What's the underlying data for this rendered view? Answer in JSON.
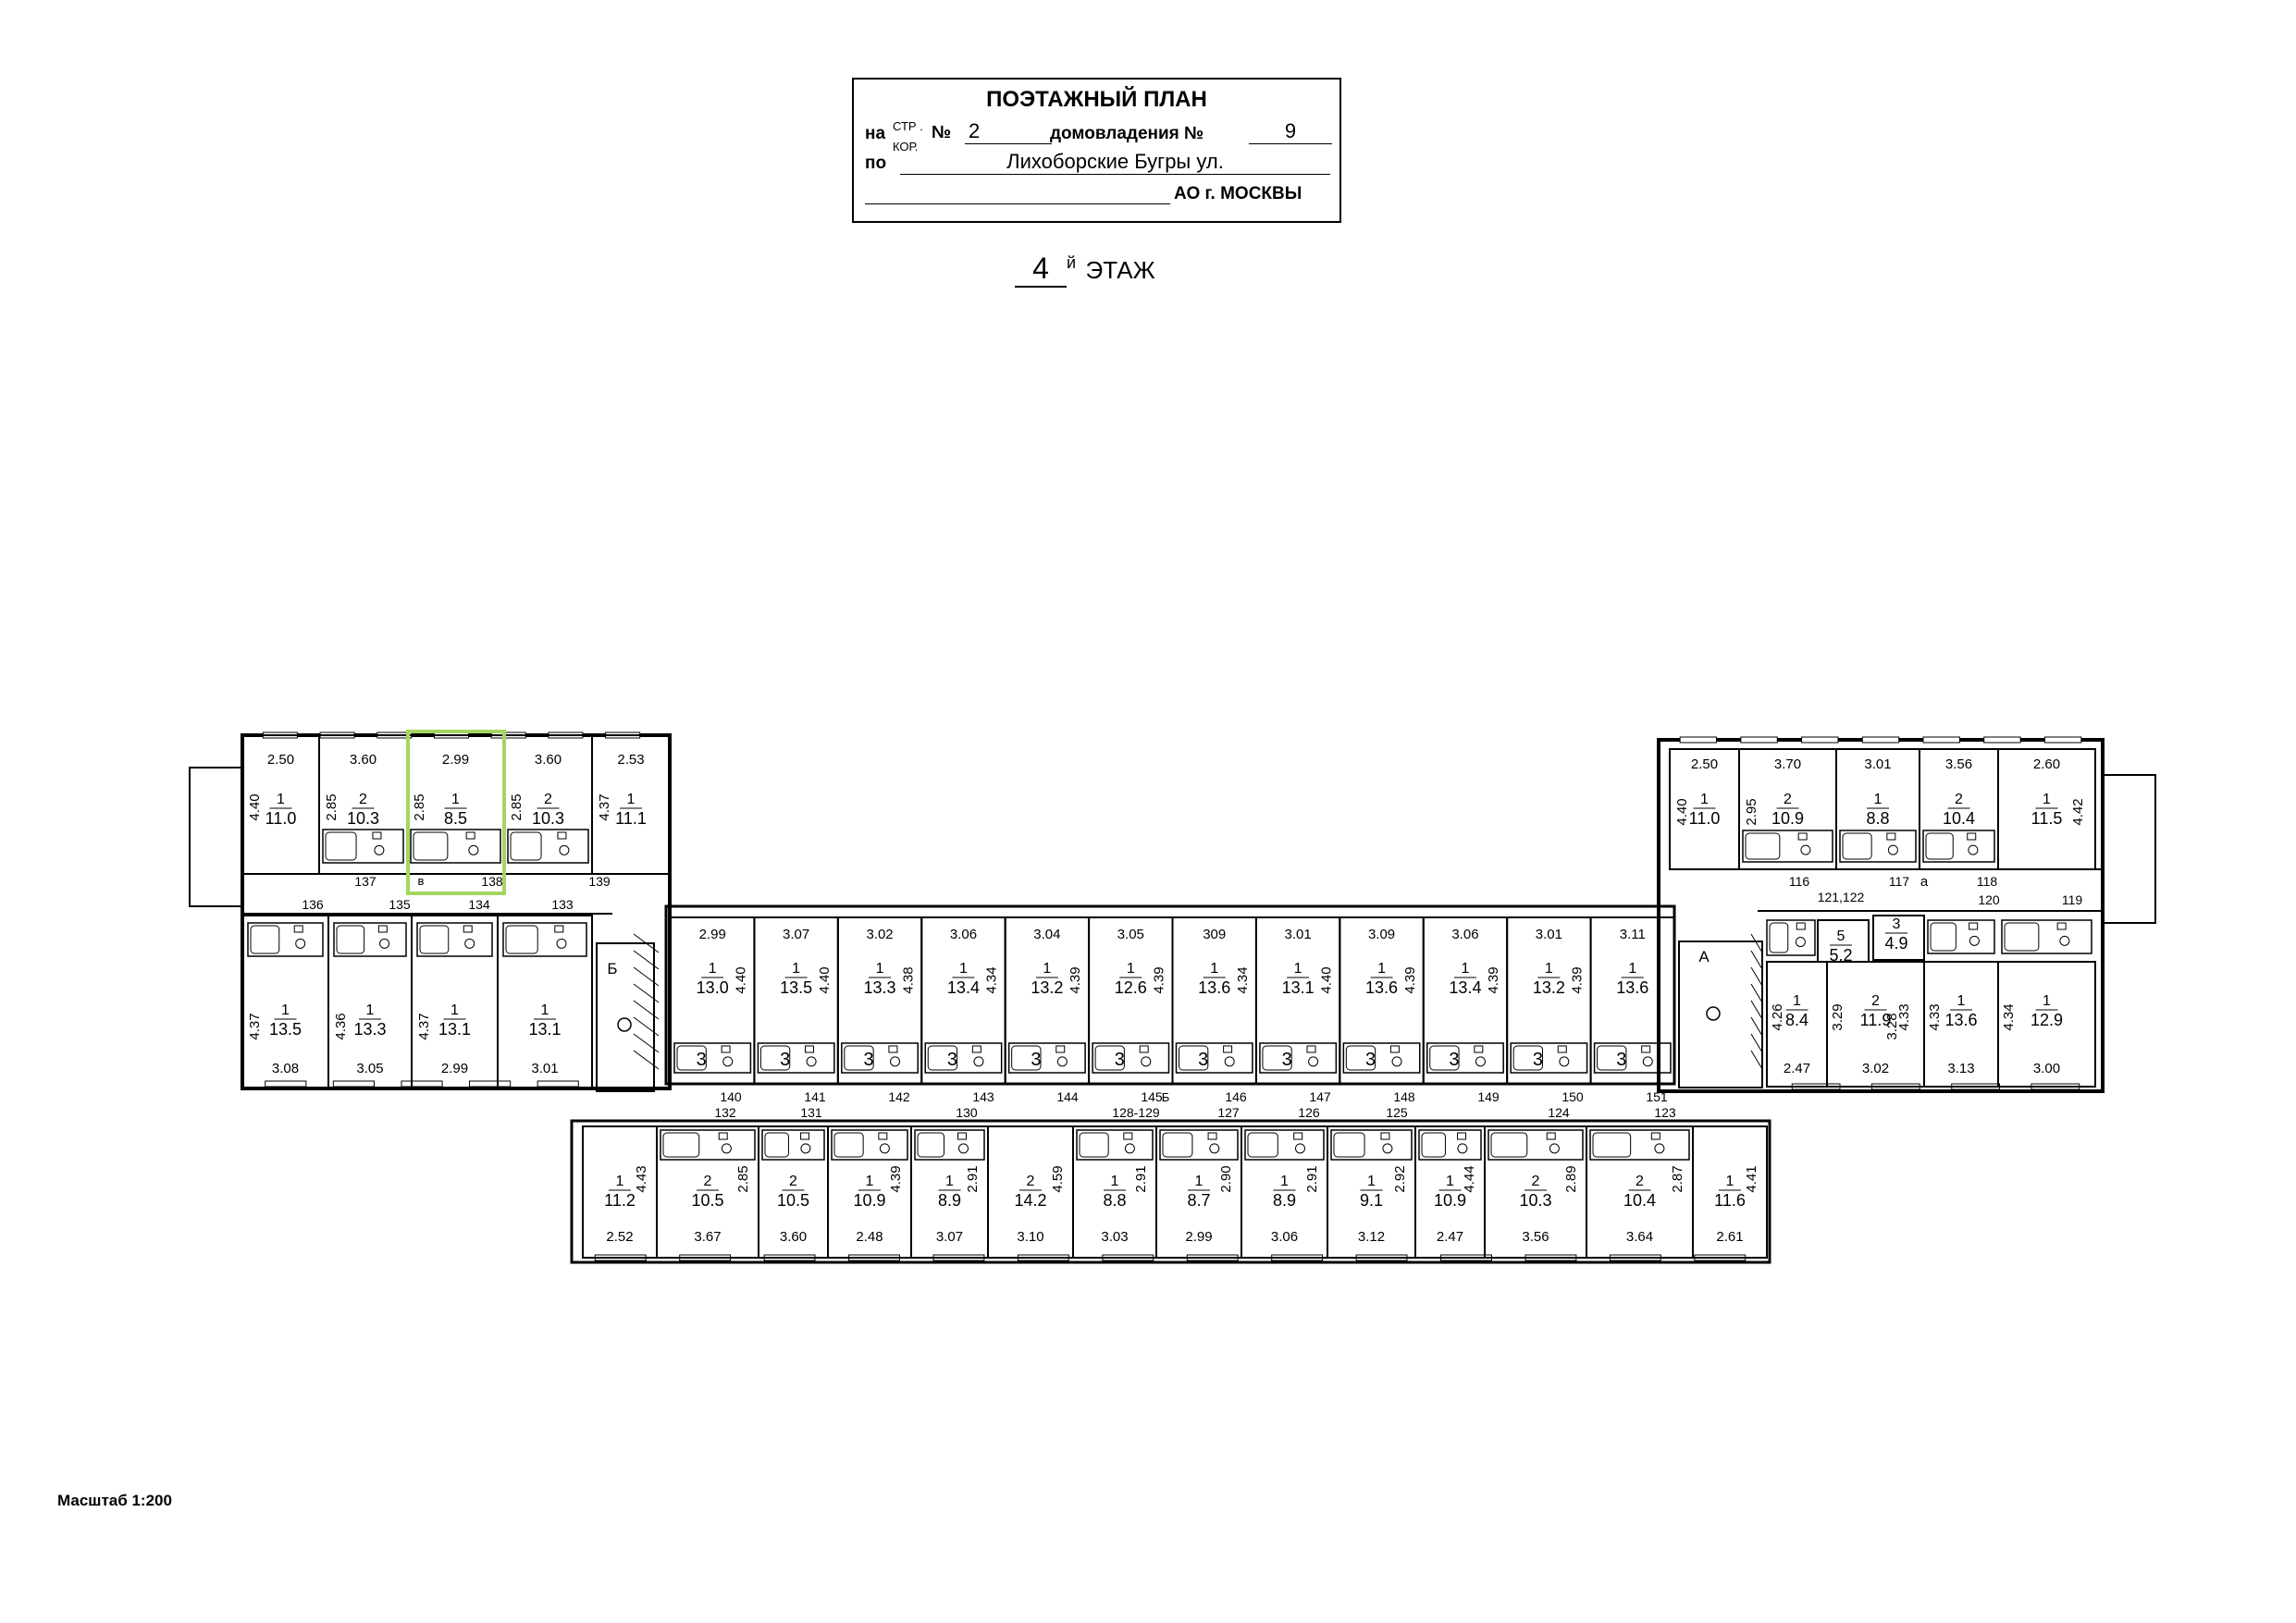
{
  "header": {
    "heading": "ПОЭТАЖНЫЙ ПЛАН",
    "na_label": "на",
    "str_label": "СТР .",
    "kor_label": "КОР.",
    "no_label": "№",
    "no_value": "2",
    "domovl_label": "домовладения №",
    "domovl_value": "9",
    "po_label": "по",
    "street": "Лихоборские Бугры ул.",
    "ao_label": "АО г. МОСКВЫ"
  },
  "floor": {
    "number": "4",
    "suffix": "й",
    "word": "ЭТАЖ"
  },
  "scale": "Масштаб 1:200",
  "highlight_color": "#a4d65e",
  "stair_labels": {
    "left": "Б",
    "right": "А",
    "corridor_mid": "Б",
    "corridor_left": "в",
    "corridor_right": "а"
  },
  "upper_left_rooms": [
    {
      "w": "2.50",
      "d": "4.40",
      "num": "1",
      "area": "11.0"
    },
    {
      "w": "3.60",
      "d": "2.85",
      "num": "2",
      "area": "10.3"
    },
    {
      "w": "2.99",
      "d": "2.85",
      "num": "1",
      "area": "8.5"
    },
    {
      "w": "3.60",
      "d": "2.85",
      "num": "2",
      "area": "10.3"
    },
    {
      "w": "2.53",
      "d": "4.37",
      "num": "1",
      "area": "11.1"
    }
  ],
  "upper_left_labels": [
    "137",
    "138",
    "139",
    "136",
    "135",
    "134",
    "133"
  ],
  "lower_left_rooms": [
    {
      "w": "3.08",
      "d": "4.37",
      "num": "1",
      "area": "13.5"
    },
    {
      "w": "3.05",
      "d": "4.36",
      "num": "1",
      "area": "13.3"
    },
    {
      "w": "2.99",
      "d": "4.37",
      "num": "1",
      "area": "13.1"
    },
    {
      "w": "3.01",
      "d": "",
      "num": "1",
      "area": "13.1"
    }
  ],
  "upper_right_rooms": [
    {
      "w": "2.50",
      "d": "4.40",
      "num": "1",
      "area": "11.0"
    },
    {
      "w": "3.70",
      "d": "2.95",
      "num": "2",
      "area": "10.9"
    },
    {
      "w": "3.01",
      "d": "",
      "num": "1",
      "area": "8.8"
    },
    {
      "w": "3.56",
      "d": "",
      "num": "2",
      "area": "10.4"
    },
    {
      "w": "2.60",
      "d": "4.42",
      "num": "1",
      "area": "11.5"
    }
  ],
  "upper_right_labels": [
    "116",
    "121,122",
    "117",
    "118",
    "120",
    "119"
  ],
  "lower_right_rooms": [
    {
      "w": "2.47",
      "d": "4.26",
      "num": "1",
      "area": "8.4"
    },
    {
      "w": "3.02",
      "d": "3.29",
      "num": "2",
      "area": "11.9"
    },
    {
      "w": "3.13",
      "d": "4.33",
      "num": "1",
      "area": "13.6"
    },
    {
      "w": "3.00",
      "d": "4.34",
      "num": "1",
      "area": "12.9"
    }
  ],
  "lower_right_extra": {
    "d2": "3.28",
    "d3": "4.33",
    "num5": "5",
    "area5": "5.2",
    "num3": "3",
    "area3": "4.9"
  },
  "middle_top_rooms": [
    {
      "w": "2.99",
      "d": "4.40",
      "area": "13.0"
    },
    {
      "w": "3.07",
      "d": "4.40",
      "area": "13.5"
    },
    {
      "w": "3.02",
      "d": "4.38",
      "area": "13.3"
    },
    {
      "w": "3.06",
      "d": "4.34",
      "area": "13.4"
    },
    {
      "w": "3.04",
      "d": "4.39",
      "area": "13.2"
    },
    {
      "w": "3.05",
      "d": "4.39",
      "area": "12.6"
    },
    {
      "w": "309",
      "d": "4.34",
      "area": "13.6"
    },
    {
      "w": "3.01",
      "d": "4.40",
      "area": "13.1"
    },
    {
      "w": "3.09",
      "d": "4.39",
      "area": "13.6"
    },
    {
      "w": "3.06",
      "d": "4.39",
      "area": "13.4"
    },
    {
      "w": "3.01",
      "d": "4.39",
      "area": "13.2"
    },
    {
      "w": "3.11",
      "d": "",
      "area": "13.6"
    }
  ],
  "corridor_numbers_top": [
    "140",
    "141",
    "142",
    "143",
    "144",
    "145",
    "146",
    "147",
    "148",
    "149",
    "150",
    "151"
  ],
  "corridor_numbers_bottom": [
    "132",
    "131",
    "130",
    "128-129",
    "127",
    "126",
    "125",
    "124",
    "123"
  ],
  "bottom_rooms": [
    {
      "w": "2.52",
      "d": "4.43",
      "num": "1",
      "area": "11.2"
    },
    {
      "w": "3.67",
      "d": "2.85",
      "num": "2",
      "area": "10.5"
    },
    {
      "w": "3.60",
      "d": "",
      "num": "2",
      "area": "10.5"
    },
    {
      "w": "2.48",
      "d": "4.39",
      "num": "1",
      "area": "10.9"
    },
    {
      "w": "3.07",
      "d": "2.91",
      "num": "1",
      "area": "8.9"
    },
    {
      "w": "3.10",
      "d": "4.59",
      "num": "2",
      "area": "14.2"
    },
    {
      "w": "3.03",
      "d": "2.91",
      "num": "1",
      "area": "8.8"
    },
    {
      "w": "2.99",
      "d": "2.90",
      "num": "1",
      "area": "8.7"
    },
    {
      "w": "3.06",
      "d": "2.91",
      "num": "1",
      "area": "8.9"
    },
    {
      "w": "3.12",
      "d": "2.92",
      "num": "1",
      "area": "9.1"
    },
    {
      "w": "2.47",
      "d": "4.44",
      "num": "1",
      "area": "10.9"
    },
    {
      "w": "3.56",
      "d": "2.89",
      "num": "2",
      "area": "10.3"
    },
    {
      "w": "3.64",
      "d": "2.87",
      "num": "2",
      "area": "10.4"
    },
    {
      "w": "2.61",
      "d": "4.41",
      "num": "1",
      "area": "11.6"
    }
  ]
}
